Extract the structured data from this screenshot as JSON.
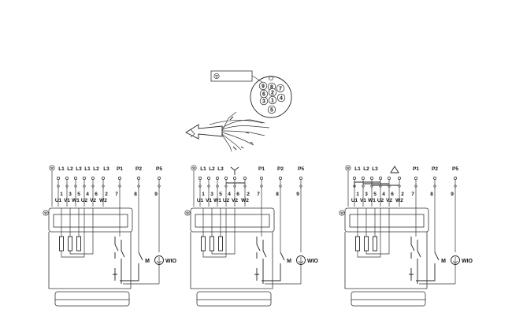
{
  "connector": {
    "pins": [
      "9",
      "8",
      "1",
      "2",
      "3",
      "4",
      "5",
      "6",
      "7"
    ]
  },
  "panels": [
    {
      "supply": [
        "L1",
        "L2",
        "L3",
        "L1",
        "L2",
        "L3"
      ],
      "wires": [
        "1",
        "3",
        "5",
        "4",
        "6",
        "2"
      ],
      "windings": [
        "U1",
        "V1",
        "W1",
        "U2",
        "V2",
        "W2"
      ],
      "aux": [
        "P1",
        "P2",
        "P5"
      ],
      "aux_wires": [
        "7",
        "8",
        "9"
      ],
      "motor_label": "M",
      "sensor_label": "WIO",
      "connection": "direct"
    },
    {
      "supply": [
        "L1",
        "L2",
        "L3"
      ],
      "wires": [
        "1",
        "3",
        "5",
        "4",
        "6",
        "2"
      ],
      "windings": [
        "U1",
        "V1",
        "W1",
        "U2",
        "V2",
        "W2"
      ],
      "aux": [
        "P1",
        "P2",
        "P5"
      ],
      "aux_wires": [
        "7",
        "8",
        "9"
      ],
      "motor_label": "M",
      "sensor_label": "WIO",
      "connection": "star"
    },
    {
      "supply": [
        "L1",
        "L2",
        "L3"
      ],
      "wires": [
        "1",
        "3",
        "5",
        "4",
        "6",
        "2"
      ],
      "windings": [
        "U1",
        "V1",
        "W1",
        "U2",
        "V2",
        "W2"
      ],
      "aux": [
        "P1",
        "P2",
        "P5"
      ],
      "aux_wires": [
        "7",
        "8",
        "9"
      ],
      "motor_label": "M",
      "sensor_label": "WIO",
      "connection": "delta"
    }
  ]
}
